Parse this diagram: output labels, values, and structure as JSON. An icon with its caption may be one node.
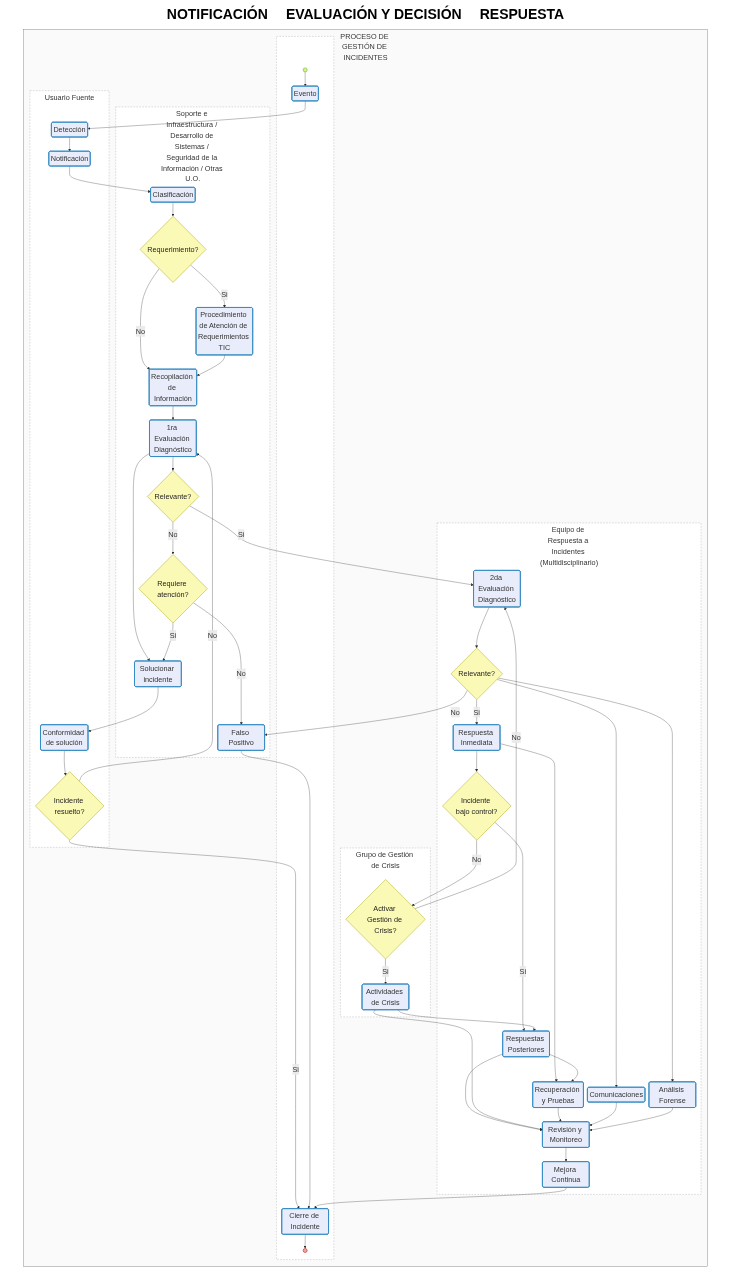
{
  "diagram": {
    "nodes": [
      {
        "text": [
          "PROCESO DE GESTIÓN DE INCIDENTES"
        ]
      },
      {
        "text": [
          "Grupo de Gestión de Crisis"
        ],
        "in": 0
      },
      {
        "text": [
          "Equipo de Respuesta a Incidentes (Multidisciplinario)"
        ],
        "in": 0
      },
      {
        "text": [
          "Soporte e Infraestructura / Desarrollo de Sistemas / Seguridad de la Información / Otras U.O."
        ],
        "in": 0
      },
      {
        "text": [
          "Usuario Fuente"
        ],
        "in": 0
      },
      {
        "text": [],
        "shape": "box",
        "in": 0
      },
      {
        "text": [],
        "shape": "circle",
        "in": 5
      },
      {
        "text": [
          "Evento"
        ],
        "in": 5
      },
      {
        "text": [
          "Detección"
        ],
        "in": 4
      },
      {
        "text": [
          "Notificación"
        ],
        "in": 4
      },
      {
        "text": [
          "Clasificación"
        ],
        "in": 3
      },
      {
        "text": [
          "Requerimiento?"
        ],
        "in": 3
      },
      {
        "text": [
          "Procedimiento de Atención de Requerimientos TIC"
        ],
        "in": 3
      },
      {
        "text": [
          "Recopilación de Información"
        ],
        "in": 3
      },
      {
        "text": [
          "1ra Evaluación Diagnóstico"
        ],
        "in": 3
      },
      {
        "text": [
          "Relevante?"
        ],
        "in": 3
      },
      {
        "text": [
          "Requiere atención?"
        ],
        "in": 3
      },
      {
        "text": [
          "Solucionar incidente"
        ],
        "in": 3
      },
      {
        "text": [
          "Falso Positivo"
        ],
        "in": 3
      },
      {
        "text": [
          "Conformidad de solución"
        ],
        "in": 4
      },
      {
        "text": [
          "Incidente resuelto?"
        ],
        "in": 4
      },
      {
        "text": [
          "Cierre de Incidente"
        ],
        "in": 5
      },
      {
        "text": [],
        "shape": "circle",
        "in": 5
      },
      {
        "text": [
          "2da Evaluación Diagnóstico"
        ],
        "in": 2
      },
      {
        "text": [
          "Relevante?"
        ],
        "in": 2
      },
      {
        "text": [
          "Respuesta Inmediata"
        ],
        "in": 2
      },
      {
        "text": [
          "Comunicaciones"
        ],
        "in": 2
      },
      {
        "text": [
          "Análisis Forense"
        ],
        "in": 2
      },
      {
        "text": [
          "Recuperación y Pruebas"
        ],
        "in": 2
      },
      {
        "text": [
          "Incidente bajo control?"
        ],
        "in": 2
      },
      {
        "text": [
          "Respuestas Posteriores"
        ],
        "in": 2
      },
      {
        "text": [
          "Revisión y Monitoreo"
        ],
        "in": 2
      },
      {
        "text": [
          "Mejora Continua"
        ],
        "in": 2
      },
      {
        "text": [
          "Activar Gestión de Crisis?"
        ],
        "in": 1
      },
      {
        "text": [
          "Actividades de Crisis"
        ],
        "in": 1
      }
    ],
    "edges": [
      {
        "from": 6,
        "to": 7,
        "arrow": "to"
      },
      {
        "from": 7,
        "to": 8,
        "arrow": "to"
      },
      {
        "from": 8,
        "to": 9,
        "arrow": "to"
      },
      {
        "from": 9,
        "to": 10,
        "arrow": "to"
      },
      {
        "from": 10,
        "to": 11,
        "arrow": "to"
      },
      {
        "from": 11,
        "to": 12,
        "arrow": "to",
        "label": "Si"
      },
      {
        "from": 11,
        "to": 13,
        "arrow": "to",
        "label": "No"
      },
      {
        "from": 12,
        "to": 13,
        "arrow": "to"
      },
      {
        "from": 13,
        "to": 14,
        "arrow": "to"
      },
      {
        "from": 14,
        "to": 15,
        "arrow": "to"
      },
      {
        "from": 15,
        "to": 23,
        "arrow": "to",
        "label": "Si"
      },
      {
        "from": 15,
        "to": 16,
        "arrow": "to",
        "label": "No"
      },
      {
        "from": 14,
        "to": 17,
        "arrow": "to"
      },
      {
        "from": 16,
        "to": 17,
        "arrow": "to",
        "label": "Si"
      },
      {
        "from": 16,
        "to": 18,
        "arrow": "to",
        "label": "No"
      },
      {
        "from": 17,
        "to": 19,
        "arrow": "to"
      },
      {
        "from": 19,
        "to": 20,
        "arrow": "to"
      },
      {
        "from": 20,
        "to": 21,
        "arrow": "to",
        "label": "Si"
      },
      {
        "from": 20,
        "to": 14,
        "arrow": "to",
        "label": "No"
      },
      {
        "from": 18,
        "to": 21,
        "arrow": "to"
      },
      {
        "from": 32,
        "to": 21,
        "arrow": "to"
      },
      {
        "from": 21,
        "to": 22,
        "arrow": "to"
      },
      {
        "from": 23,
        "to": 24,
        "arrow": "to"
      },
      {
        "from": 24,
        "to": 25,
        "arrow": "to",
        "label": "Si"
      },
      {
        "from": 24,
        "to": 26,
        "arrow": "to"
      },
      {
        "from": 24,
        "to": 27,
        "arrow": "to"
      },
      {
        "from": 24,
        "to": 18,
        "arrow": "to",
        "label": "No"
      },
      {
        "from": 25,
        "to": 28,
        "arrow": "to"
      },
      {
        "from": 25,
        "to": 29,
        "arrow": "to"
      },
      {
        "from": 29,
        "to": 30,
        "arrow": "to",
        "label": "Si"
      },
      {
        "from": 29,
        "to": 33,
        "arrow": "to",
        "label": "No"
      },
      {
        "from": 33,
        "to": 34,
        "arrow": "to",
        "label": "Si"
      },
      {
        "from": 33,
        "to": 23,
        "arrow": "to",
        "label": "No"
      },
      {
        "from": 34,
        "to": 30,
        "arrow": "to"
      },
      {
        "from": 30,
        "to": 28,
        "arrow": "to"
      },
      {
        "from": 30,
        "to": 31,
        "arrow": "to"
      },
      {
        "from": 34,
        "to": 31,
        "arrow": "to"
      },
      {
        "from": 28,
        "to": 31,
        "arrow": "to"
      },
      {
        "from": 26,
        "to": 31,
        "arrow": "to"
      },
      {
        "from": 27,
        "to": 31,
        "arrow": "to"
      },
      {
        "from": 31,
        "to": 32,
        "arrow": "to"
      }
    ],
    "labels": [
      "NOTIFICACIÓN",
      "EVALUACIÓN Y DECISIÓN",
      "RESPUESTA"
    ]
  }
}
